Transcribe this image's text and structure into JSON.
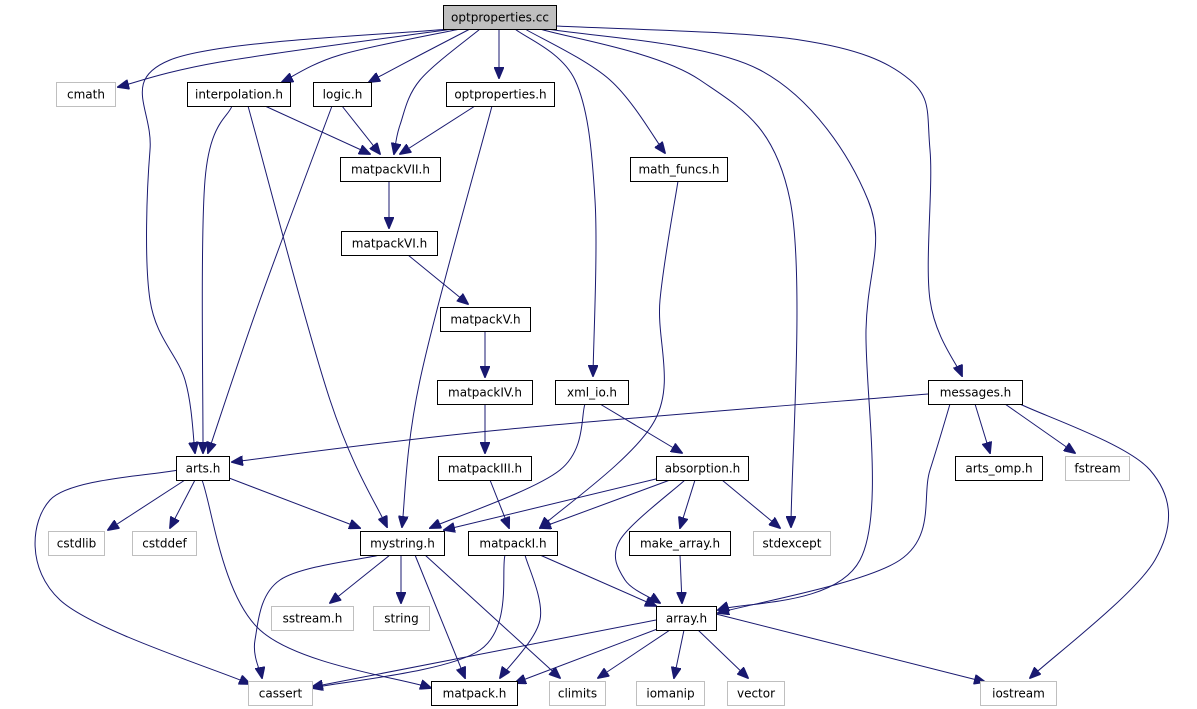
{
  "colors": {
    "edge": "#191970",
    "root_fill": "#bfbfbf",
    "root_border": "#000000",
    "local_border": "#000000",
    "system_border": "#bfbfbf",
    "local_text": "#000000",
    "system_text": "#000000"
  },
  "nodes": [
    {
      "id": "optproperties_cc",
      "label": "optproperties.cc",
      "kind": "root"
    },
    {
      "id": "cmath",
      "label": "cmath",
      "kind": "system"
    },
    {
      "id": "interpolation_h",
      "label": "interpolation.h",
      "kind": "local"
    },
    {
      "id": "logic_h",
      "label": "logic.h",
      "kind": "local"
    },
    {
      "id": "optproperties_h",
      "label": "optproperties.h",
      "kind": "local"
    },
    {
      "id": "matpackVII_h",
      "label": "matpackVII.h",
      "kind": "local"
    },
    {
      "id": "math_funcs_h",
      "label": "math_funcs.h",
      "kind": "local"
    },
    {
      "id": "matpackVI_h",
      "label": "matpackVI.h",
      "kind": "local"
    },
    {
      "id": "matpackV_h",
      "label": "matpackV.h",
      "kind": "local"
    },
    {
      "id": "matpackIV_h",
      "label": "matpackIV.h",
      "kind": "local"
    },
    {
      "id": "xml_io_h",
      "label": "xml_io.h",
      "kind": "local"
    },
    {
      "id": "messages_h",
      "label": "messages.h",
      "kind": "local"
    },
    {
      "id": "arts_h",
      "label": "arts.h",
      "kind": "local"
    },
    {
      "id": "matpackIII_h",
      "label": "matpackIII.h",
      "kind": "local"
    },
    {
      "id": "absorption_h",
      "label": "absorption.h",
      "kind": "local"
    },
    {
      "id": "arts_omp_h",
      "label": "arts_omp.h",
      "kind": "local"
    },
    {
      "id": "fstream",
      "label": "fstream",
      "kind": "system"
    },
    {
      "id": "cstdlib",
      "label": "cstdlib",
      "kind": "system"
    },
    {
      "id": "cstddef",
      "label": "cstddef",
      "kind": "system"
    },
    {
      "id": "mystring_h",
      "label": "mystring.h",
      "kind": "local"
    },
    {
      "id": "matpackI_h",
      "label": "matpackI.h",
      "kind": "local"
    },
    {
      "id": "make_array_h",
      "label": "make_array.h",
      "kind": "local"
    },
    {
      "id": "stdexcept",
      "label": "stdexcept",
      "kind": "system"
    },
    {
      "id": "sstream_h",
      "label": "sstream.h",
      "kind": "system"
    },
    {
      "id": "string",
      "label": "string",
      "kind": "system"
    },
    {
      "id": "array_h",
      "label": "array.h",
      "kind": "local"
    },
    {
      "id": "cassert",
      "label": "cassert",
      "kind": "system"
    },
    {
      "id": "matpack_h",
      "label": "matpack.h",
      "kind": "local"
    },
    {
      "id": "climits",
      "label": "climits",
      "kind": "system"
    },
    {
      "id": "iomanip",
      "label": "iomanip",
      "kind": "system"
    },
    {
      "id": "vector",
      "label": "vector",
      "kind": "system"
    },
    {
      "id": "iostream",
      "label": "iostream",
      "kind": "system"
    }
  ],
  "edges": [
    {
      "from": "optproperties_cc",
      "to": "cmath"
    },
    {
      "from": "optproperties_cc",
      "to": "arts_h"
    },
    {
      "from": "optproperties_cc",
      "to": "interpolation_h"
    },
    {
      "from": "optproperties_cc",
      "to": "logic_h"
    },
    {
      "from": "optproperties_cc",
      "to": "matpackVII_h"
    },
    {
      "from": "optproperties_cc",
      "to": "optproperties_h"
    },
    {
      "from": "optproperties_cc",
      "to": "xml_io_h"
    },
    {
      "from": "optproperties_cc",
      "to": "math_funcs_h"
    },
    {
      "from": "optproperties_cc",
      "to": "stdexcept"
    },
    {
      "from": "optproperties_cc",
      "to": "array_h"
    },
    {
      "from": "optproperties_cc",
      "to": "messages_h"
    },
    {
      "from": "interpolation_h",
      "to": "matpackVII_h"
    },
    {
      "from": "interpolation_h",
      "to": "arts_h"
    },
    {
      "from": "interpolation_h",
      "to": "mystring_h"
    },
    {
      "from": "logic_h",
      "to": "matpackVII_h"
    },
    {
      "from": "logic_h",
      "to": "arts_h"
    },
    {
      "from": "optproperties_h",
      "to": "matpackVII_h"
    },
    {
      "from": "optproperties_h",
      "to": "mystring_h"
    },
    {
      "from": "matpackVII_h",
      "to": "matpackVI_h"
    },
    {
      "from": "matpackVI_h",
      "to": "matpackV_h"
    },
    {
      "from": "matpackV_h",
      "to": "matpackIV_h"
    },
    {
      "from": "matpackIV_h",
      "to": "matpackIII_h"
    },
    {
      "from": "matpackIII_h",
      "to": "matpackI_h"
    },
    {
      "from": "math_funcs_h",
      "to": "matpackI_h"
    },
    {
      "from": "xml_io_h",
      "to": "absorption_h"
    },
    {
      "from": "xml_io_h",
      "to": "mystring_h"
    },
    {
      "from": "messages_h",
      "to": "arts_h"
    },
    {
      "from": "messages_h",
      "to": "arts_omp_h"
    },
    {
      "from": "messages_h",
      "to": "fstream"
    },
    {
      "from": "messages_h",
      "to": "array_h"
    },
    {
      "from": "messages_h",
      "to": "iostream"
    },
    {
      "from": "arts_h",
      "to": "cstdlib"
    },
    {
      "from": "arts_h",
      "to": "cstddef"
    },
    {
      "from": "arts_h",
      "to": "mystring_h"
    },
    {
      "from": "arts_h",
      "to": "cassert"
    },
    {
      "from": "arts_h",
      "to": "matpack_h"
    },
    {
      "from": "absorption_h",
      "to": "mystring_h"
    },
    {
      "from": "absorption_h",
      "to": "matpackI_h"
    },
    {
      "from": "absorption_h",
      "to": "make_array_h"
    },
    {
      "from": "absorption_h",
      "to": "stdexcept"
    },
    {
      "from": "absorption_h",
      "to": "array_h"
    },
    {
      "from": "make_array_h",
      "to": "array_h"
    },
    {
      "from": "mystring_h",
      "to": "sstream_h"
    },
    {
      "from": "mystring_h",
      "to": "string"
    },
    {
      "from": "mystring_h",
      "to": "cassert"
    },
    {
      "from": "mystring_h",
      "to": "matpack_h"
    },
    {
      "from": "mystring_h",
      "to": "climits"
    },
    {
      "from": "matpackI_h",
      "to": "array_h"
    },
    {
      "from": "matpackI_h",
      "to": "cassert"
    },
    {
      "from": "matpackI_h",
      "to": "matpack_h"
    },
    {
      "from": "array_h",
      "to": "cassert"
    },
    {
      "from": "array_h",
      "to": "matpack_h"
    },
    {
      "from": "array_h",
      "to": "climits"
    },
    {
      "from": "array_h",
      "to": "iomanip"
    },
    {
      "from": "array_h",
      "to": "vector"
    },
    {
      "from": "array_h",
      "to": "iostream"
    }
  ]
}
